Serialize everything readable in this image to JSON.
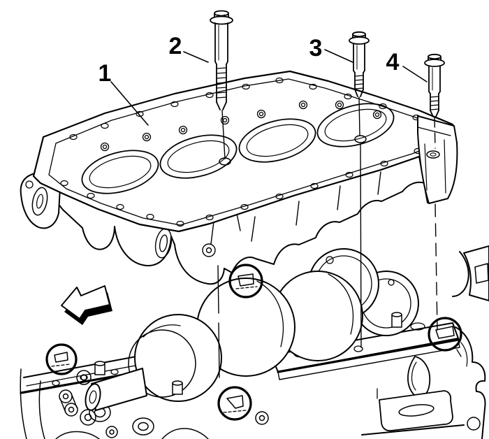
{
  "illustration": {
    "description": "Engine bearing-cap tie plate installation over crankshaft and block",
    "background_color": "#ffffff",
    "line_color": "#000000",
    "callouts": {
      "c1": {
        "label": "1"
      },
      "c2": {
        "label": "2"
      },
      "c3": {
        "label": "3"
      },
      "c4": {
        "label": "4"
      }
    },
    "direction_arrow": "left"
  }
}
